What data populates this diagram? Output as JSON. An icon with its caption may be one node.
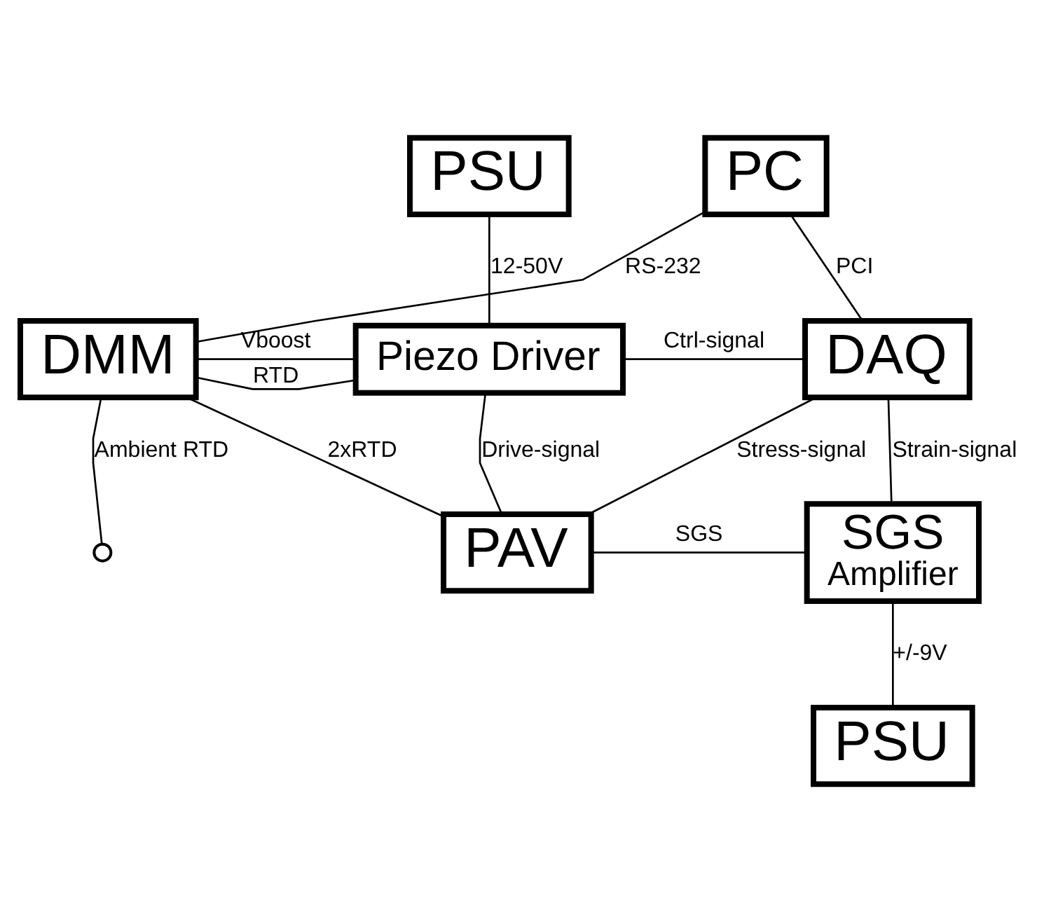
{
  "diagram": {
    "nodes": [
      {
        "text": [
          "PC"
        ]
      },
      {
        "text": [
          "PSU"
        ]
      },
      {
        "text": [
          "DMM"
        ]
      },
      {
        "text": [
          "Piezo Driver"
        ]
      },
      {
        "text": [
          "DAQ"
        ]
      },
      {
        "text": [
          "PAV"
        ]
      },
      {
        "text": [
          "SGS",
          "Amplifier"
        ]
      },
      {
        "text": [
          "PSU"
        ]
      },
      {
        "text": [],
        "shape": "circle"
      }
    ],
    "edges": [
      {
        "from": 2,
        "to": 0,
        "arrow": "none",
        "label": "RS-232"
      },
      {
        "from": 1,
        "to": 3,
        "arrow": "none",
        "label": "12-50V"
      },
      {
        "from": 2,
        "to": 3,
        "arrow": "none",
        "label": "RTD"
      },
      {
        "from": 2,
        "to": 3,
        "arrow": "none",
        "label": "Vboost"
      },
      {
        "from": 3,
        "to": 4,
        "arrow": "none",
        "label": "Ctrl-signal"
      },
      {
        "from": 0,
        "to": 4,
        "arrow": "none",
        "label": "PCI"
      },
      {
        "from": 3,
        "to": 5,
        "arrow": "none",
        "label": "Drive-signal"
      },
      {
        "from": 4,
        "to": 5,
        "arrow": "none",
        "label": "Stress-signal"
      },
      {
        "from": 4,
        "to": 6,
        "arrow": "none",
        "label": "Strain-signal"
      },
      {
        "from": 2,
        "to": 5,
        "arrow": "none",
        "label": "2xRTD"
      },
      {
        "from": 5,
        "to": 6,
        "arrow": "none",
        "label": "SGS"
      },
      {
        "from": 6,
        "to": 7,
        "arrow": "none",
        "label": "+/-9V"
      },
      {
        "from": 2,
        "to": 8,
        "arrow": "none",
        "label": "Ambient RTD"
      }
    ]
  }
}
